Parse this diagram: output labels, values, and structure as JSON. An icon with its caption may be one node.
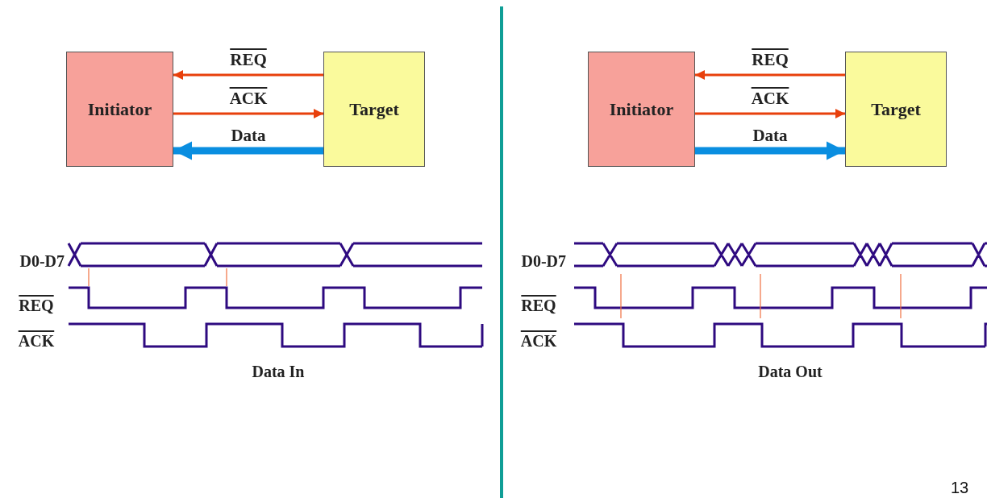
{
  "diagram": {
    "nodes": [
      {
        "text": [
          "Initiator"
        ]
      },
      {
        "text": [
          "Target"
        ]
      },
      {
        "text": [
          "Initiator"
        ]
      },
      {
        "text": [
          "Target"
        ]
      }
    ],
    "edges": [
      {
        "from": 1,
        "to": 0,
        "arrow": "to",
        "label": "REQ",
        "color": "#e8400c"
      },
      {
        "from": 0,
        "to": 1,
        "arrow": "to",
        "label": "ACK",
        "color": "#e8400c"
      },
      {
        "from": 1,
        "to": 0,
        "arrow": "to",
        "label": "Data",
        "style": "thick",
        "color": "#0a8ee0"
      },
      {
        "from": 3,
        "to": 2,
        "arrow": "to",
        "label": "REQ",
        "color": "#e8400c"
      },
      {
        "from": 2,
        "to": 3,
        "arrow": "to",
        "label": "ACK",
        "color": "#e8400c"
      },
      {
        "from": 2,
        "to": 3,
        "arrow": "to",
        "label": "Data",
        "style": "thick",
        "color": "#0a8ee0"
      }
    ],
    "labels": [
      "D0-D7",
      "REQ",
      "ACK",
      "Data In",
      "D0-D7",
      "REQ",
      "ACK",
      "Data Out",
      "13"
    ]
  }
}
